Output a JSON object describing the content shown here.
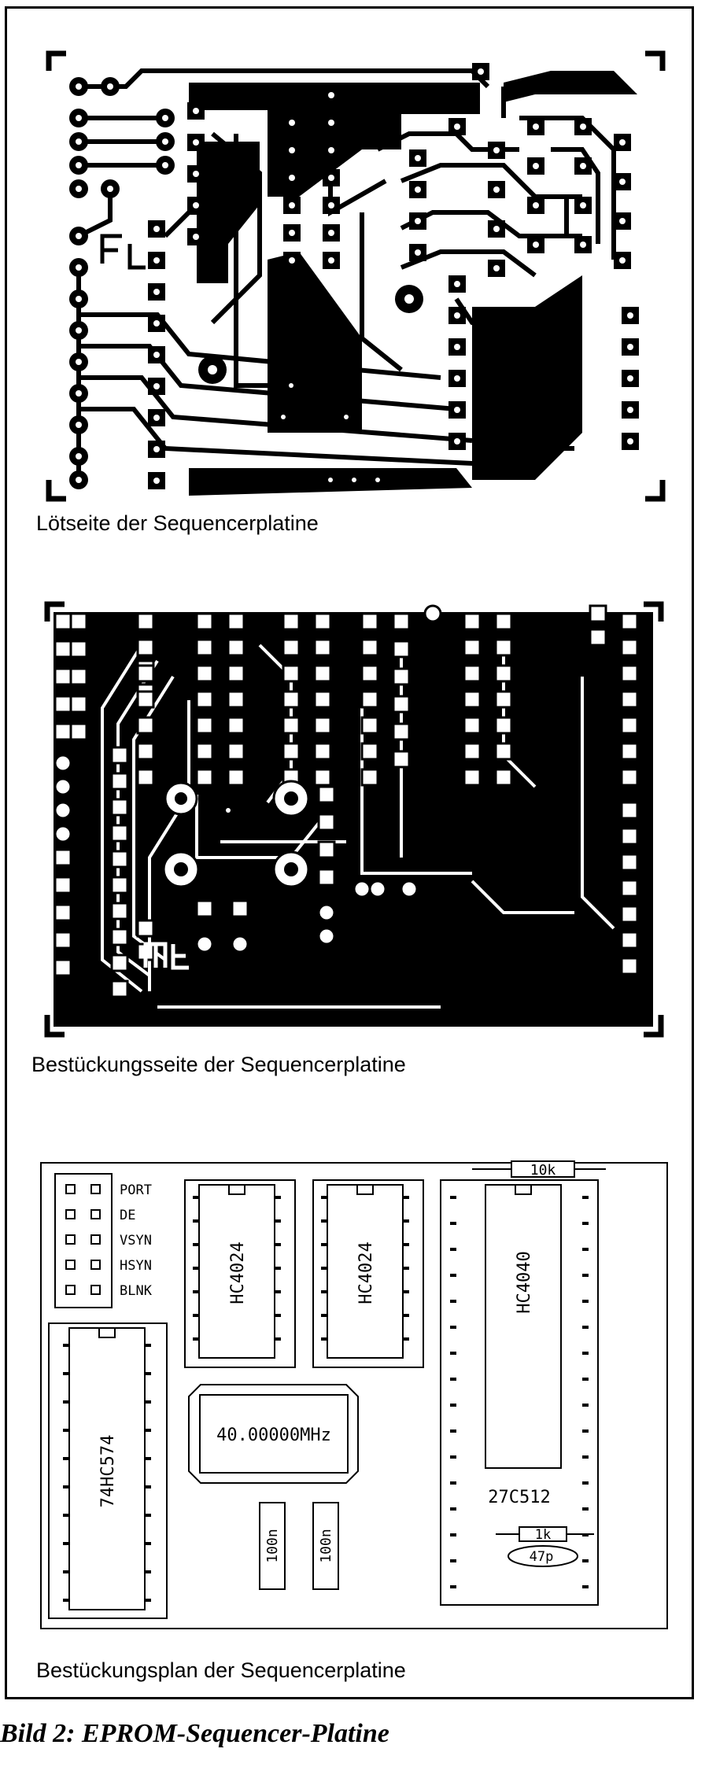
{
  "captions": {
    "solder_side": "Lötseite der Sequencerplatine",
    "component_side": "Bestückungsseite der Sequencerplatine",
    "placement_plan": "Bestückungsplan der Sequencerplatine",
    "figure": "Bild 2: EPROM-Sequencer-Platine"
  },
  "placement": {
    "connector_labels": [
      "PORT",
      "DE",
      "VSYN",
      "HSYN",
      "BLNK"
    ],
    "chips": {
      "c1": "HC4024",
      "c2": "HC4024",
      "c3": "HC4040",
      "c4": "74HC574",
      "eprom": "27C512"
    },
    "crystal": "40.00000MHz",
    "resistor_top": "10k",
    "resistor_1k": "1k",
    "capacitor_47p": "47p",
    "cap_a": "100n",
    "cap_b": "100n"
  }
}
